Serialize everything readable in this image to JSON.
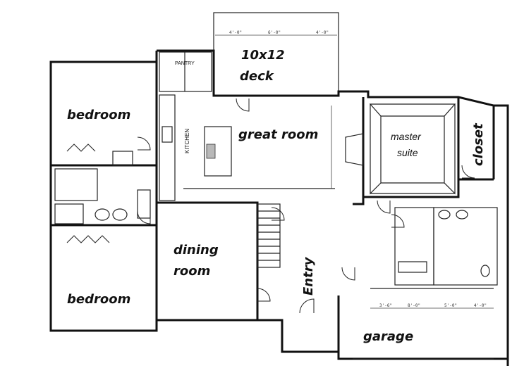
{
  "labels": {
    "deck_size": "10x12",
    "deck": "deck",
    "pantry": "PANTRY",
    "kitchen": "KITCHEN",
    "great_room": "great room",
    "master": "master",
    "suite": "suite",
    "closet": "closet",
    "bedroom_top": "bedroom",
    "bedroom_bottom": "bedroom",
    "dining": "dining",
    "room": "room",
    "entry": "Entry",
    "garage": "garage"
  }
}
